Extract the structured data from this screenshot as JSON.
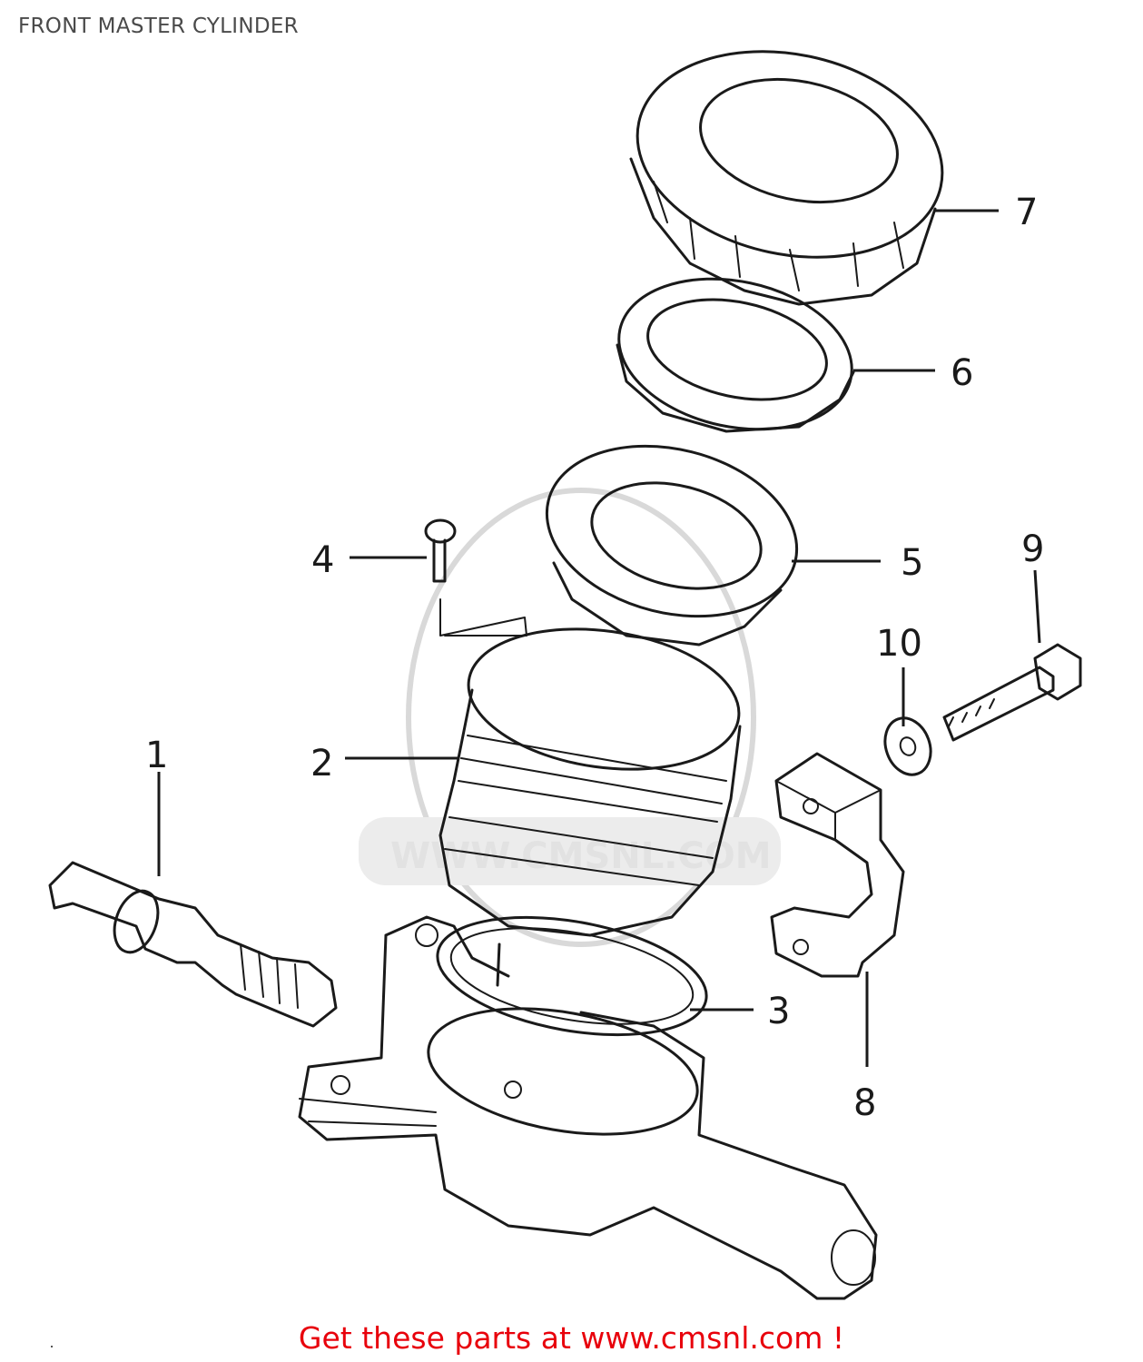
{
  "header": {
    "title": "FRONT MASTER CYLINDER"
  },
  "watermark": {
    "text": "WWW.CMSNL.COM"
  },
  "callouts": [
    {
      "id": "1",
      "label": "1"
    },
    {
      "id": "2",
      "label": "2"
    },
    {
      "id": "3",
      "label": "3"
    },
    {
      "id": "4",
      "label": "4"
    },
    {
      "id": "5",
      "label": "5"
    },
    {
      "id": "6",
      "label": "6"
    },
    {
      "id": "7",
      "label": "7"
    },
    {
      "id": "8",
      "label": "8"
    },
    {
      "id": "9",
      "label": "9"
    },
    {
      "id": "10",
      "label": "10"
    }
  ],
  "footer": {
    "promo_text": "Get these parts at www.cmsnl.com !"
  },
  "colors": {
    "title": "#4a4a4a",
    "promo": "#e8000b",
    "line_art": "#1a1a1a",
    "watermark": "#d9d9d9"
  }
}
